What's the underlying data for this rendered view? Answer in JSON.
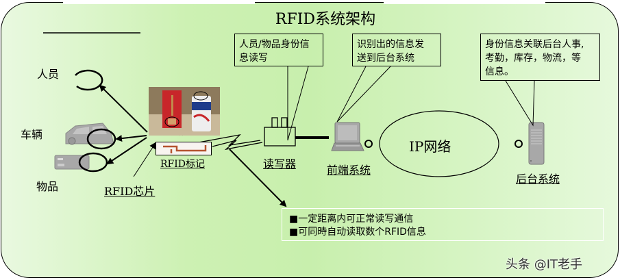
{
  "title": "RFID系统架构",
  "entities": {
    "person": "人员",
    "vehicle": "车辆",
    "goods": "物品"
  },
  "labels": {
    "rfid_chip": "RFID芯片",
    "rfid_tag": "RFID标记",
    "reader": "读写器",
    "frontend": "前端系统",
    "backend": "后台系统",
    "network": "IP网络"
  },
  "callouts": {
    "reader_note": [
      "人员/物品身份信",
      "息读写"
    ],
    "frontend_note": [
      "识别出的信息发",
      "送到后台系统"
    ],
    "backend_note": [
      "身份信息关联后台人事,",
      "考勤，库存，物流，等",
      "信息。"
    ]
  },
  "features": [
    "■一定距离内可正常读写通信",
    "■可同時自动读取数个RFID信息"
  ],
  "watermark": "头条 @IT老手",
  "colors": {
    "background_green": "#c8efad",
    "background_light": "#e9f9e0",
    "device_gray": "#a8a8a8",
    "tag_copper": "#b5532f"
  }
}
